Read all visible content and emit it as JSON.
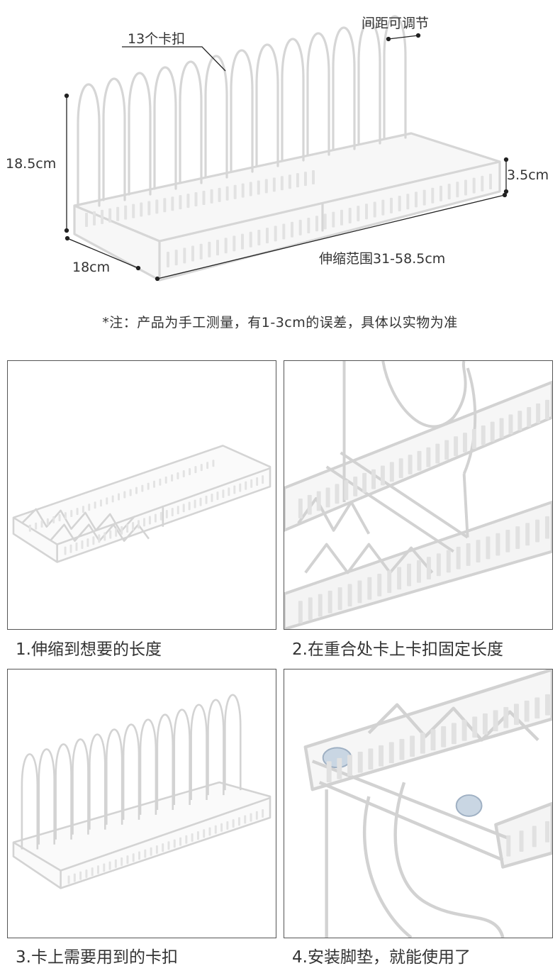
{
  "dimensions": {
    "clips": "13个卡扣",
    "spacing": "间距可调节",
    "height": "18.5cm",
    "base_height": "3.5cm",
    "depth": "18cm",
    "range": "伸缩范围31-58.5cm"
  },
  "note": "*注：产品为手工测量，有1-3cm的误差，具体以实物为准",
  "steps": [
    {
      "caption": "1.伸缩到想要的长度"
    },
    {
      "caption": "2.在重合处卡上卡扣固定长度"
    },
    {
      "caption": "3.卡上需要用到的卡扣"
    },
    {
      "caption": "4.安装脚垫，就能使用了"
    }
  ],
  "colors": {
    "wire": "#d8d8d8",
    "text": "#333333",
    "border": "#555555"
  }
}
